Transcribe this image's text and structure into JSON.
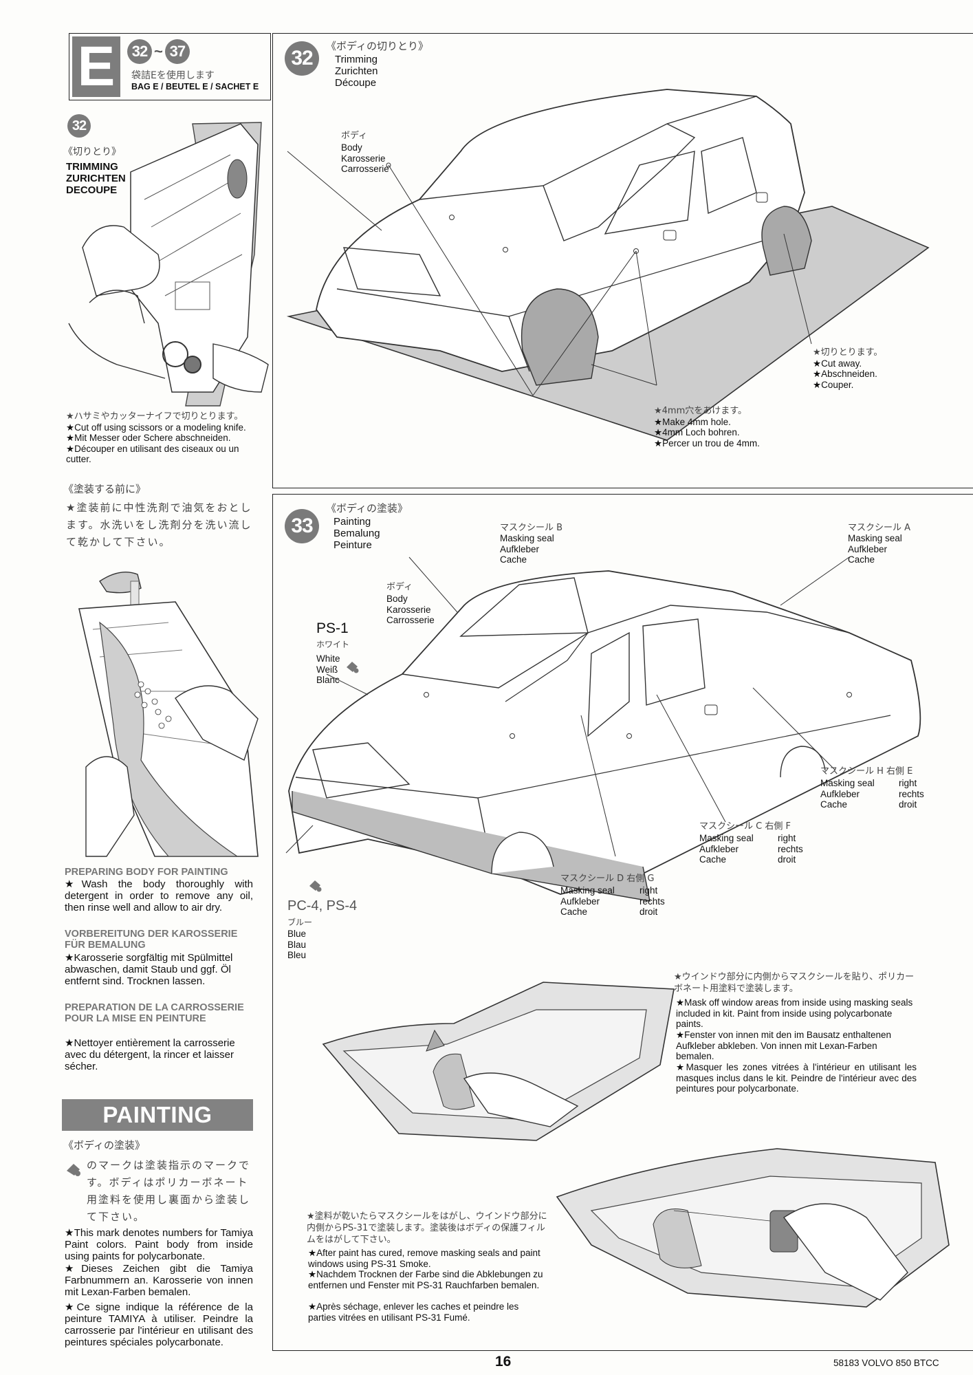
{
  "header": {
    "section_letter": "E",
    "step_range_start": "32",
    "step_range_sep": "~",
    "step_range_end": "37",
    "bag_jp": "袋詰Eを使用します",
    "bag_label": "BAG E / BEUTEL E / SACHET E"
  },
  "left_trimming": {
    "step": "32",
    "jp": "《切りとり》",
    "lines": [
      "TRIMMING",
      "ZURICHTEN",
      "DECOUPE"
    ],
    "note_jp": "★ハサミやカッターナイフで切りとります。",
    "note_en": "★Cut off using scissors or a modeling knife.",
    "note_de": "★Mit Messer oder Schere abschneiden.",
    "note_fr": "★Découper en utilisant des ciseaux ou un cutter."
  },
  "left_before_paint": {
    "jp_title": "《塗装する前に》",
    "jp_text": "★塗装前に中性洗剤で油気をおとします。水洗いをし洗剤分を洗い流して乾かして下さい。",
    "en_title": "PREPARING BODY FOR PAINTING",
    "en_text": "★Wash the body thoroughly with detergent in order to remove any oil, then rinse well and allow to air dry.",
    "de_title": "VORBEREITUNG DER KAROSSERIE FÜR BEMALUNG",
    "de_text": "★Karosserie sorgfältig mit Spülmittel abwaschen, damit Staub und ggf. Öl entfernt sind. Trocknen lassen.",
    "fr_title": "PREPARATION DE LA CARROSSERIE POUR LA MISE EN PEINTURE",
    "fr_text": "★Nettoyer entièrement la carrosserie avec du détergent, la rincer et laisser sécher."
  },
  "painting": {
    "banner": "PAINTING",
    "jp_title": "《ボディの塗装》",
    "jp_text": "のマークは塗装指示のマークです。ボディはポリカーボネート用塗料を使用し裏面から塗装して下さい。",
    "en_text": "★This mark denotes numbers for Tamiya Paint colors. Paint body from inside using paints for polycarbonate.",
    "de_text": "★Dieses Zeichen gibt die Tamiya Farbnummern an. Karosserie von innen mit Lexan-Farben bemalen.",
    "fr_text": "★Ce signe indique la référence de la peinture TAMIYA à utiliser. Peindre la carrosserie par l'intérieur en utilisant des peintures spéciales polycarbonate."
  },
  "step32": {
    "num": "32",
    "jp": "《ボディの切りとり》",
    "title_lines": [
      "Trimming",
      "Zurichten",
      "Découpe"
    ],
    "body_jp": "ボディ",
    "body_lines": [
      "Body",
      "Karosserie",
      "Carrosserie"
    ],
    "cut_jp": "★切りとります。",
    "cut_lines": [
      "★Cut away.",
      "★Abschneiden.",
      "★Couper."
    ],
    "hole_jp": "★4mm穴をあけます。",
    "hole_lines": [
      "★Make 4mm hole.",
      "★4mm Loch bohren.",
      "★Percer un trou de 4mm."
    ]
  },
  "step33": {
    "num": "33",
    "jp": "《ボディの塗装》",
    "title_lines": [
      "Painting",
      "Bemalung",
      "Peinture"
    ],
    "body_jp": "ボディ",
    "body_lines": [
      "Body",
      "Karosserie",
      "Carrosserie"
    ],
    "seal_b_jp": "マスクシール B",
    "seal_b_lines": [
      "Masking seal",
      "Aufkleber",
      "Cache"
    ],
    "seal_a_jp": "マスクシール A",
    "seal_a_lines": [
      "Masking seal",
      "Aufkleber",
      "Cache"
    ],
    "ps1_code": "PS-1",
    "ps1_jp": "ホワイト",
    "ps1_lines": [
      "White",
      "Weiß",
      "Blanc"
    ],
    "seal_he_jp": "マスクシール H 右側 E",
    "seal_he_lines": [
      "Masking seal",
      "Aufkleber",
      "Cache"
    ],
    "seal_he_right": [
      "right",
      "rechts",
      "droit"
    ],
    "seal_cf_jp": "マスクシール C 右側 F",
    "seal_cf_lines": [
      "Masking seal",
      "Aufkleber",
      "Cache"
    ],
    "seal_cf_right": [
      "right",
      "rechts",
      "droit"
    ],
    "seal_dg_jp": "マスクシール D 右側 G",
    "seal_dg_lines": [
      "Masking seal",
      "Aufkleber",
      "Cache"
    ],
    "seal_dg_right": [
      "right",
      "rechts",
      "droit"
    ],
    "pc4_code": "PC-4, PS-4",
    "pc4_jp": "ブルー",
    "pc4_lines": [
      "Blue",
      "Blau",
      "Bleu"
    ],
    "window_jp": "★ウインドウ部分に内側からマスクシールを貼り、ポリカーボネート用塗料で塗装します。",
    "window_en": "★Mask off window areas from inside using masking seals included in kit. Paint from inside using polycarbonate paints.",
    "window_de": "★Fenster von innen mit den im Bausatz enthaltenen Aufkleber abkleben. Von innen mit Lexan-Farben bemalen.",
    "window_fr": "★Masquer les zones vitrées à l'intérieur en utilisant les masques inclus dans le kit. Peindre de l'intérieur avec des peintures pour polycarbonate.",
    "after_jp": "★塗料が乾いたらマスクシールをはがし、ウインドウ部分に内側からPS-31で塗装します。塗装後はボディの保護フィルムをはがして下さい。",
    "after_en": "★After paint has cured, remove masking seals and paint windows using PS-31 Smoke.",
    "after_de": "★Nachdem Trocknen der Farbe sind die Abklebungen zu entfernen und Fenster mit PS-31 Rauchfarben bemalen.",
    "after_fr": "★Après séchage, enlever les caches et peindre les parties vitrées en utilisant PS-31 Fumé."
  },
  "footer": {
    "page_number": "16",
    "product": "58183 VOLVO 850 BTCC"
  }
}
